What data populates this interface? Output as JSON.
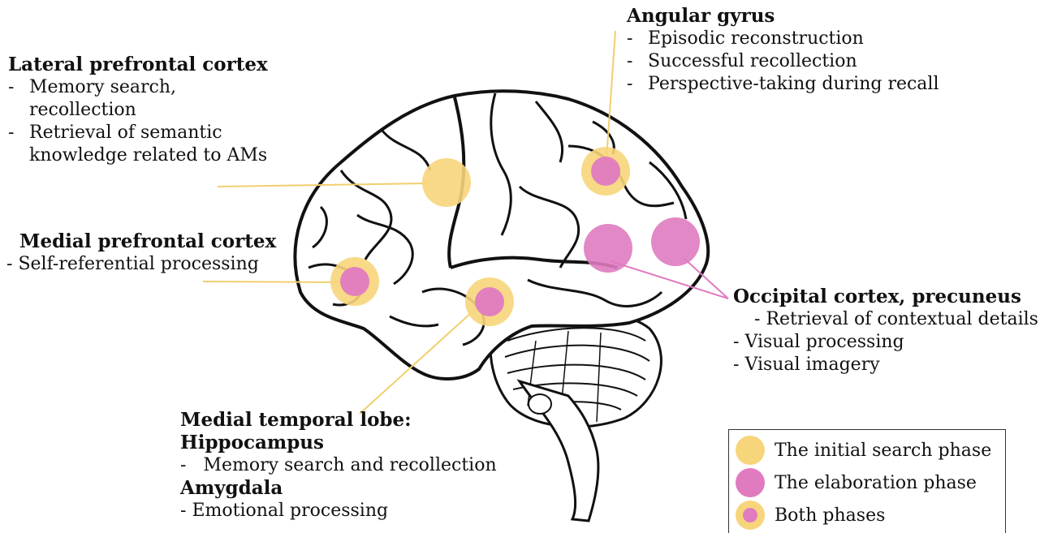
{
  "colors": {
    "initial": "#f7d57a",
    "elaboration": "#e07bc0",
    "line_initial": "#f0cf6e",
    "line_elaboration": "#e07bc0",
    "outline": "#111111"
  },
  "regions": {
    "lpfc": {
      "title": "Lateral prefrontal cortex",
      "items": [
        "Memory search,",
        "recollection",
        "Retrieval of semantic",
        "knowledge related to AMs"
      ]
    },
    "mpfc": {
      "title": "Medial prefrontal cortex",
      "items": [
        "Self-referential processing"
      ]
    },
    "angular": {
      "title": "Angular gyrus",
      "items": [
        "Episodic reconstruction",
        "Successful recollection",
        "Perspective-taking during recall"
      ]
    },
    "occipital": {
      "title": "Occipital cortex, precuneus",
      "items": [
        "Retrieval of contextual details",
        "Visual processing",
        "Visual imagery"
      ]
    },
    "mtl": {
      "title": "Medial temporal lobe:",
      "hippocampus_title": "Hippocampus",
      "hippocampus_item": "Memory search and recollection",
      "amygdala_title": "Amygdala",
      "amygdala_item": "Emotional processing"
    }
  },
  "legend": {
    "initial": "The initial search phase",
    "elaboration": "The elaboration phase",
    "both": "Both phases"
  }
}
